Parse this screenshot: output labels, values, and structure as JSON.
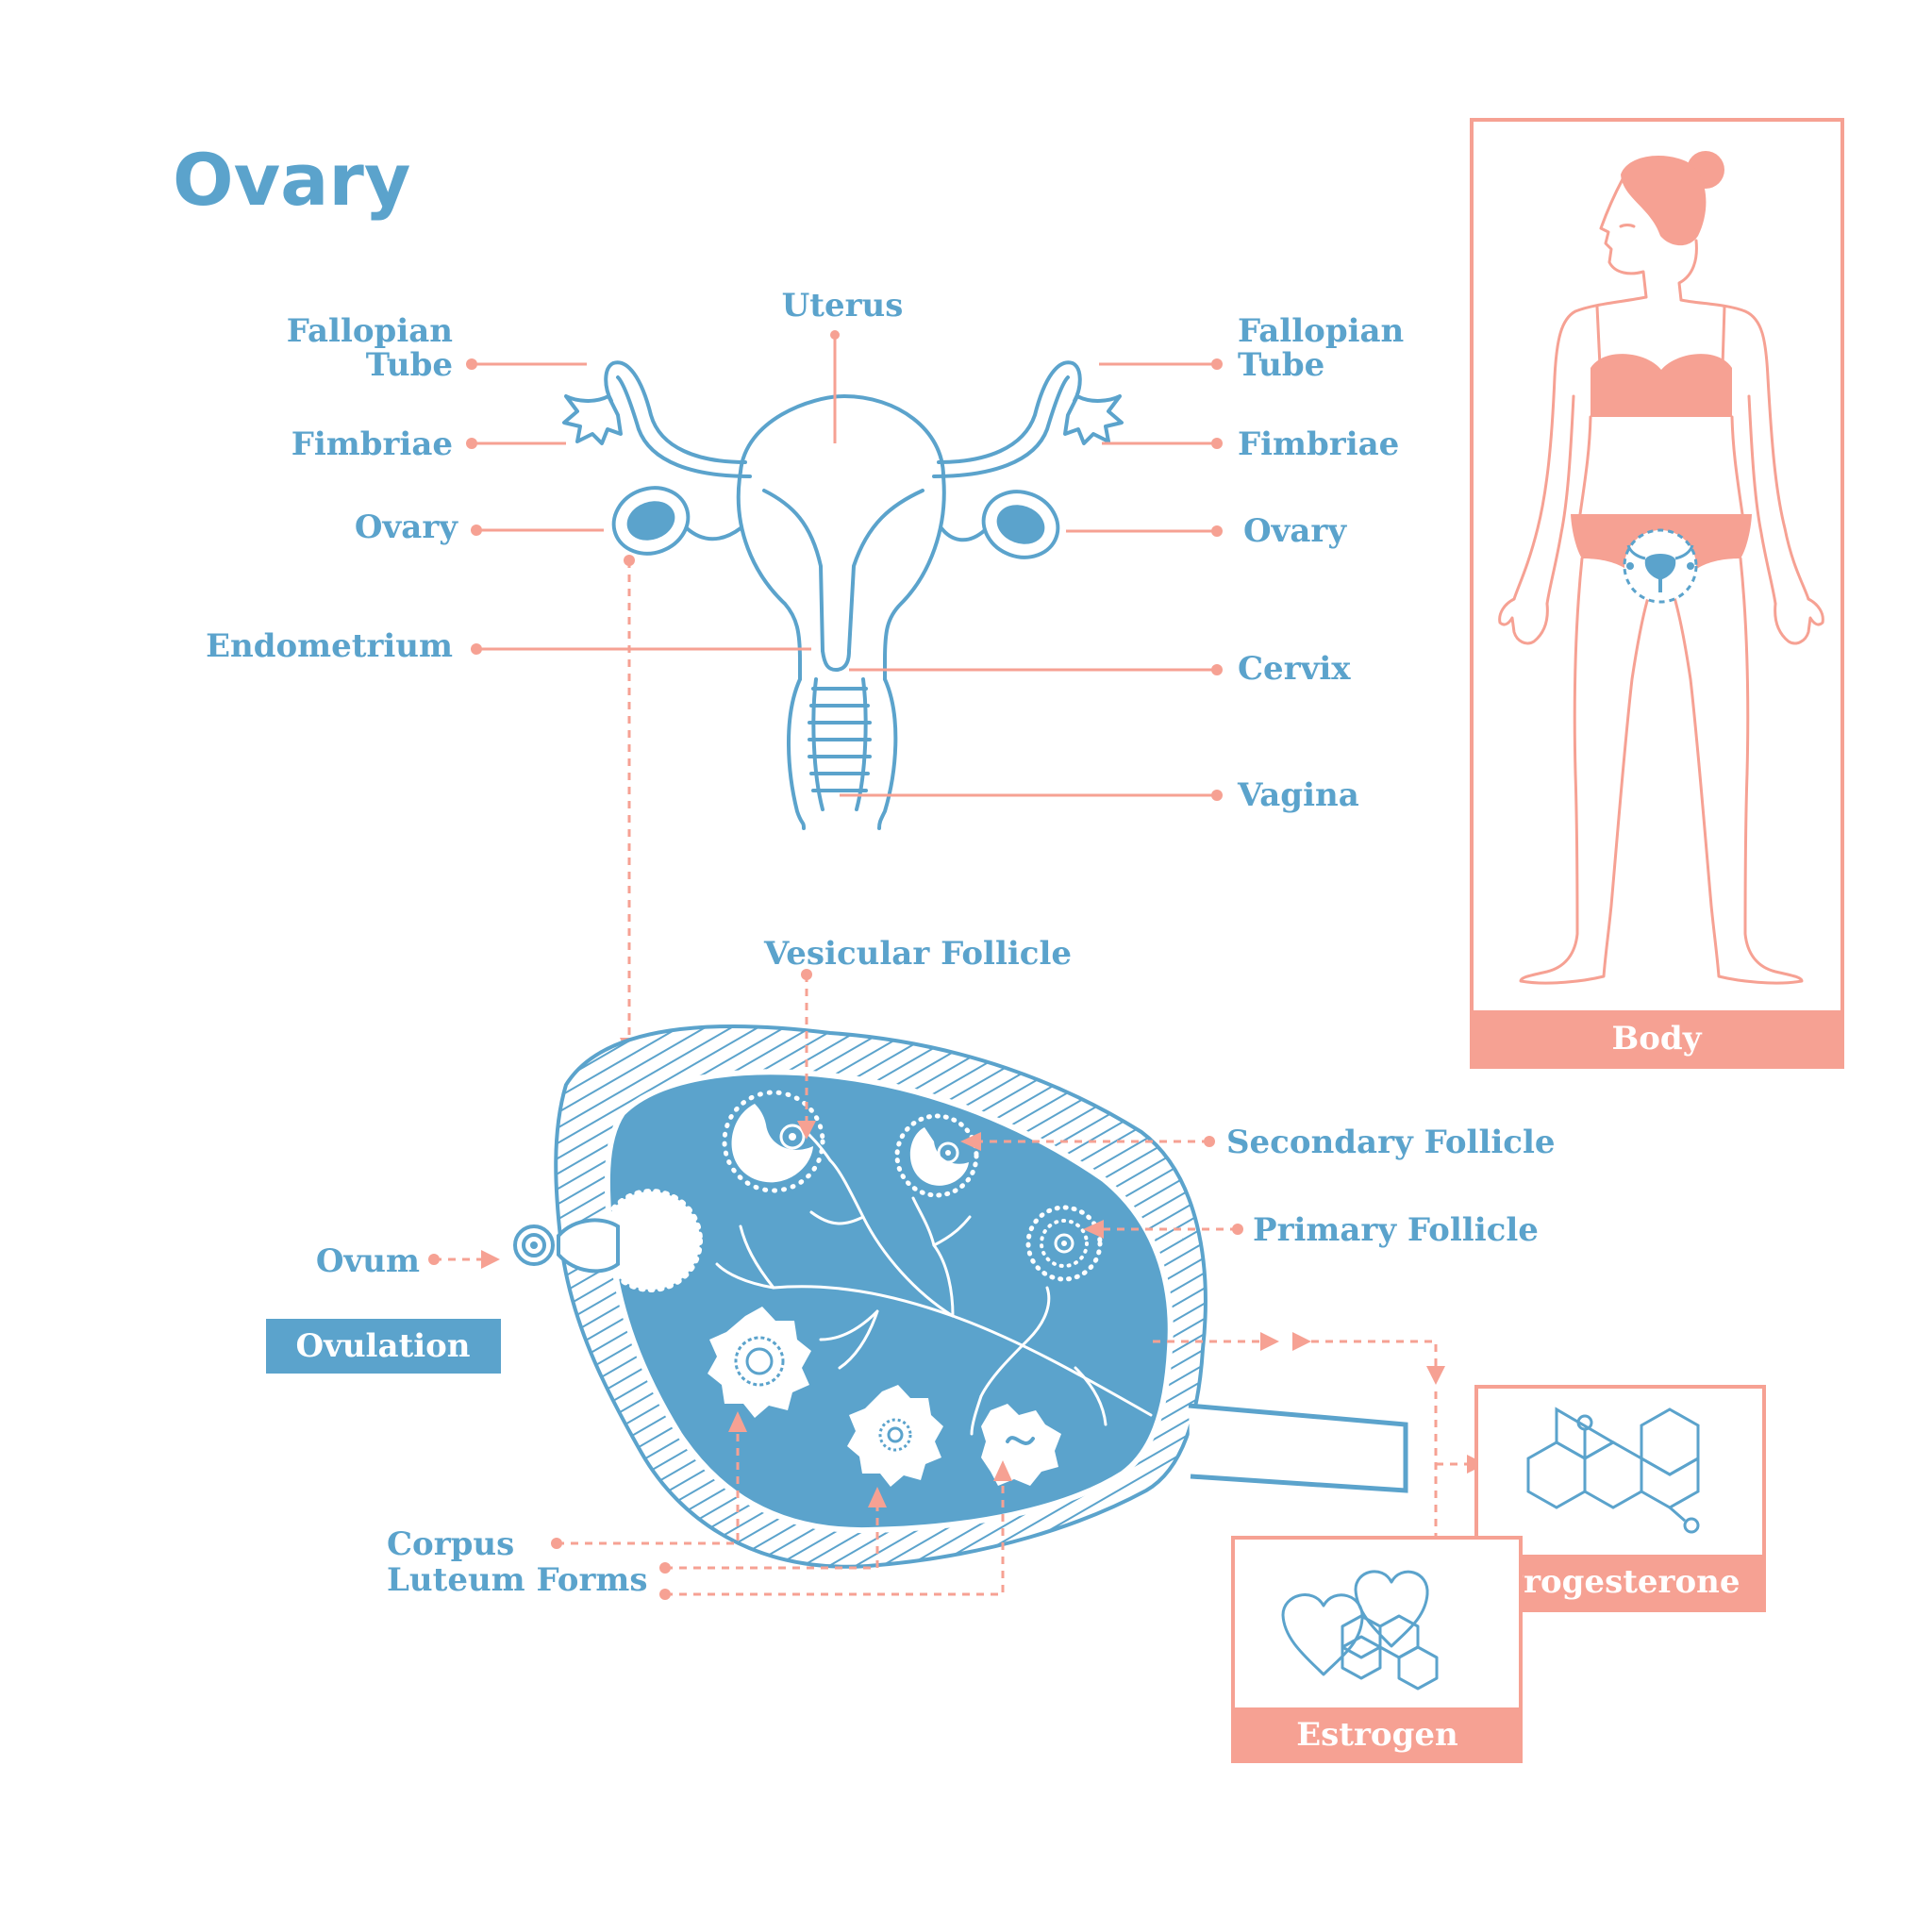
{
  "title": "Ovary",
  "labels": {
    "uterus": "Uterus",
    "fallopian_tube_left": [
      "Fallopian",
      "Tube"
    ],
    "fallopian_tube_right": [
      "Fallopian",
      "Tube"
    ],
    "fimbriae_left": "Fimbriae",
    "fimbriae_right": "Fimbriae",
    "ovary_left": "Ovary",
    "ovary_right": "Ovary",
    "endometrium": "Endometrium",
    "cervix": "Cervix",
    "vagina": "Vagina",
    "vesicular_follicle": "Vesicular Follicle",
    "secondary_follicle": "Secondary Follicle",
    "primary_follicle": "Primary Follicle",
    "ovum": "Ovum",
    "corpus_luteum": [
      "Corpus",
      "Luteum Forms"
    ]
  },
  "boxes": {
    "ovulation": "Ovulation",
    "body": "Body",
    "progesterone": "Progesterone",
    "estrogen": "Estrogen"
  },
  "colors": {
    "blue": "#5ba3cc",
    "pink": "#f6a193",
    "white": "#ffffff"
  },
  "icons": [
    "uterus-illustration",
    "ovary-cross-section",
    "female-body-silhouette",
    "progesterone-molecule-icon",
    "estrogen-hearts-icon"
  ]
}
